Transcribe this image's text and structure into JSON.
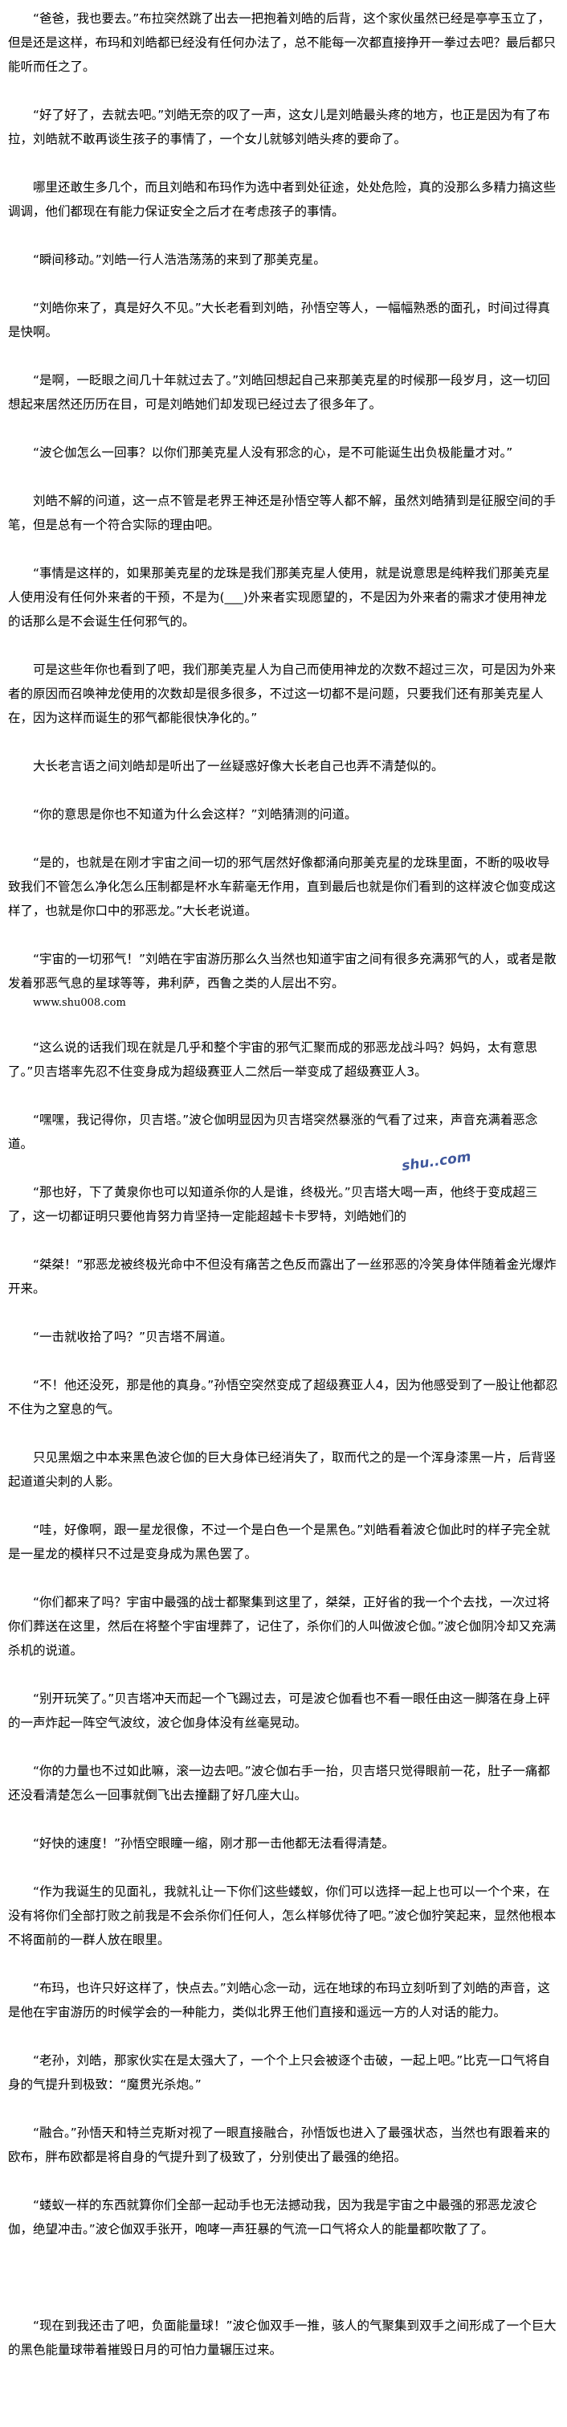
{
  "paragraphs": [
    "“爸爸，我也要去。”布拉突然跳了出去一把抱着刘皓的后背，这个家伙虽然已经是亭亭玉立了，但是还是这样，布玛和刘皓都已经没有任何办法了，总不能每一次都直接挣开一拳过去吧？最后都只能听而任之了。",
    "“好了好了，去就去吧。”刘皓无奈的叹了一声，这女儿是刘皓最头疼的地方，也正是因为有了布拉，刘皓就不敢再谈生孩子的事情了，一个女儿就够刘皓头疼的要命了。",
    "哪里还敢生多几个，而且刘皓和布玛作为选中者到处征途，处处危险，真的没那么多精力搞这些调调，他们都现在有能力保证安全之后才在考虑孩子的事情。",
    "“瞬间移动。”刘皓一行人浩浩荡荡的来到了那美克星。",
    "“刘皓你来了，真是好久不见。”大长老看到刘皓，孙悟空等人，一幅幅熟悉的面孔，时间过得真是快啊。",
    "“是啊，一眨眼之间几十年就过去了。”刘皓回想起自己来那美克星的时候那一段岁月，这一切回想起来居然还历历在目，可是刘皓她们却发现已经过去了很多年了。",
    "“波仑伽怎么一回事？以你们那美克星人没有邪念的心，是不可能诞生出负极能量才对。”",
    "刘皓不解的问道，这一点不管是老界王神还是孙悟空等人都不解，虽然刘皓猜到是征服空间的手笔，但是总有一个符合实际的理由吧。",
    "“事情是这样的，如果那美克星的龙珠是我们那美克星人使用，就是说意思是纯粹我们那美克星人使用没有任何外来者的干预，不是为(___)外来者实现愿望的，不是因为外来者的需求才使用神龙的话那么是不会诞生任何邪气的。",
    "可是这些年你也看到了吧，我们那美克星人为自己而使用神龙的次数不超过三次，可是因为外来者的原因而召唤神龙使用的次数却是很多很多，不过这一切都不是问题，只要我们还有那美克星人在，因为这样而诞生的邪气都能很快净化的。”",
    "大长老言语之间刘皓却是听出了一丝疑惑好像大长老自己也弄不清楚似的。",
    "“你的意思是你也不知道为什么会这样？”刘皓猜测的问道。",
    "“是的，也就是在刚才宇宙之间一切的邪气居然好像都涌向那美克星的龙珠里面，不断的吸收导致我们不管怎么净化怎么压制都是杯水车薪毫无作用，直到最后也就是你们看到的这样波仑伽变成这样了，也就是你口中的邪恶龙。”大长老说道。",
    "“宇宙的一切邪气！”刘皓在宇宙游历那么久当然也知道宇宙之间有很多充满邪气的人，或者是散发着邪恶气息的星球等等，弗利萨，西鲁之类的人层出不穷。",
    "“这么说的话我们现在就是几乎和整个宇宙的邪气汇聚而成的邪恶龙战斗吗？妈妈，太有意思了。”贝吉塔率先忍不住变身成为超级赛亚人二然后一举变成了超级赛亚人3。",
    "“嘿嘿，我记得你，贝吉塔。”波仑伽明显因为贝吉塔突然暴涨的气看了过来，声音充满着恶念道。",
    "“那也好，下了黄泉你也可以知道杀你的人是谁，终极光。”贝吉塔大喝一声，他终于变成超三了，这一切都证明只要他肯努力肯坚持一定能超越卡卡罗特，刘皓她们的",
    "“桀桀！”邪恶龙被终极光命中不但没有痛苦之色反而露出了一丝邪恶的冷笑身体伴随着金光爆炸开来。",
    "“一击就收拾了吗？”贝吉塔不屑道。",
    "“不！他还没死，那是他的真身。”孙悟空突然变成了超级赛亚人4，因为他感受到了一股让他都忍不住为之窒息的气。",
    "只见黑烟之中本来黑色波仑伽的巨大身体已经消失了，取而代之的是一个浑身漆黑一片，后背竖起道道尖刺的人影。",
    "“哇，好像啊，跟一星龙很像，不过一个是白色一个是黑色。”刘皓看着波仑伽此时的样子完全就是一星龙的模样只不过是变身成为黑色罢了。",
    "“你们都来了吗？宇宙中最强的战士都聚集到这里了，桀桀，正好省的我一个个去找，一次过将你们葬送在这里，然后在将整个宇宙埋葬了，记住了，杀你们的人叫做波仑伽。”波仑伽阴冷却又充满杀机的说道。",
    "“别开玩笑了。”贝吉塔冲天而起一个飞踢过去，可是波仑伽看也不看一眼任由这一脚落在身上砰的一声炸起一阵空气波纹，波仑伽身体没有丝毫晃动。",
    "“你的力量也不过如此嘛，滚一边去吧。”波仑伽右手一抬，贝吉塔只觉得眼前一花，肚子一痛都还没看清楚怎么一回事就倒飞出去撞翻了好几座大山。",
    "“好快的速度！”孙悟空眼瞳一缩，刚才那一击他都无法看得清楚。",
    "“作为我诞生的见面礼，我就礼让一下你们这些蝼蚁，你们可以选择一起上也可以一个个来，在没有将你们全部打败之前我是不会杀你们任何人，怎么样够优待了吧。”波仑伽狞笑起来，显然他根本不将面前的一群人放在眼里。",
    "“布玛，也许只好这样了，快点去。”刘皓心念一动，远在地球的布玛立刻听到了刘皓的声音，这是他在宇宙游历的时候学会的一种能力，类似北界王他们直接和遥远一方的人对话的能力。",
    "“老孙，刘皓，那家伙实在是太强大了，一个个上只会被逐个击破，一起上吧。”比克一口气将自身的气提升到极致：“魔贯光杀炮。”",
    "“融合。”孙悟天和特兰克斯对视了一眼直接融合，孙悟饭也进入了最强状态，当然也有跟着来的欧布，胖布欧都是将自身的气提升到了极致了，分别使出了最强的绝招。",
    "“蝼蚁一样的东西就算你们全部一起动手也无法撼动我，因为我是宇宙之中最强的邪恶龙波仑伽，绝望冲击。”波仑伽双手张开，咆哮一声狂暴的气流一口气将众人的能量都吹散了了。",
    "“现在到我还击了吧，负面能量球！”波仑伽双手一推，骇人的气聚集到双手之间形成了一个巨大的黑色能量球带着摧毁日月的可怕力量辗压过来。"
  ],
  "source_url": "www.shu008.com",
  "watermark": "shu..com",
  "watermark_color": "#1f3c8c"
}
